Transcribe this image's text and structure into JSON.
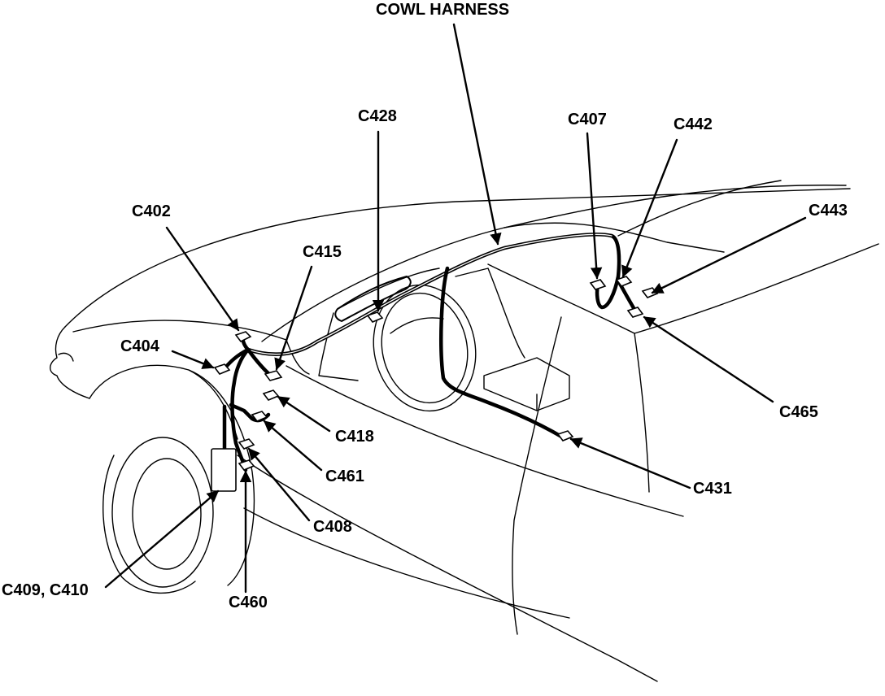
{
  "diagram": {
    "labels": {
      "cowl_harness": "COWL HARNESS",
      "c428": "C428",
      "c407": "C407",
      "c442": "C442",
      "c443": "C443",
      "c402": "C402",
      "c415": "C415",
      "c404": "C404",
      "c418": "C418",
      "c461": "C461",
      "c408": "C408",
      "c465": "C465",
      "c431": "C431",
      "c409_c410": "C409, C410",
      "c460": "C460"
    },
    "line_color": "#000000",
    "background": "#ffffff"
  }
}
